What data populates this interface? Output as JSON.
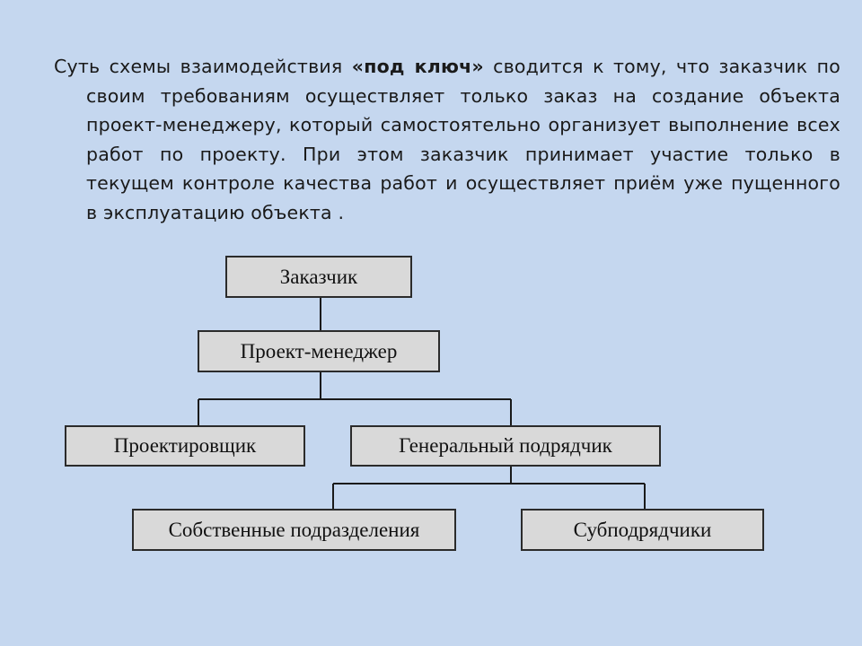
{
  "text": {
    "prefix": "Суть схемы взаимодействия ",
    "highlight": "«под ключ»",
    "suffix": " сводится к тому, что заказчик по своим требованиям осуществляет только заказ на создание объекта проект-менеджеру, который самостоятельно организует выполнение всех работ по проекту. При этом заказчик принимает участие только в текущем контроле качества работ и осуществляет приём уже пущенного в эксплуатацию объекта ."
  },
  "diagram": {
    "nodes": {
      "customer": "Заказчик",
      "project_manager": "Проект-менеджер",
      "designer": "Проектировщик",
      "general_contractor": "Генеральный подрядчик",
      "own_divisions": "Собственные подразделения",
      "subcontractors": "Субподрядчики"
    },
    "colors": {
      "box_fill": "#d9d9d9",
      "box_border": "#2b2b2b",
      "background": "#c5d7ef"
    }
  }
}
